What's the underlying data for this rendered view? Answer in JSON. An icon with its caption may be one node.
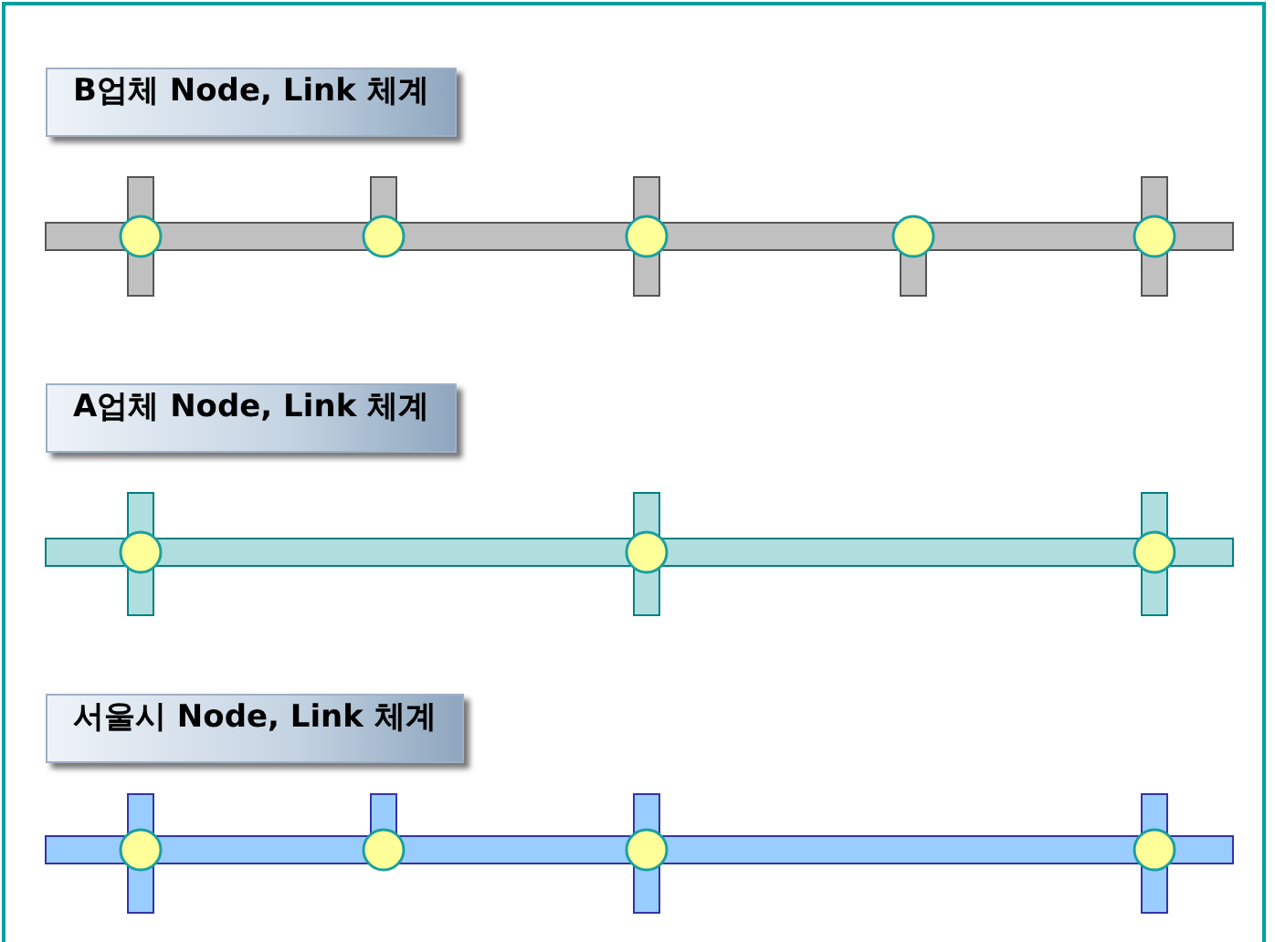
{
  "diagram": {
    "labels": [
      "B업체 Node, Link 체계",
      "A업체 Node, Link 체계",
      "서울시 Node, Link 체계"
    ]
  }
}
